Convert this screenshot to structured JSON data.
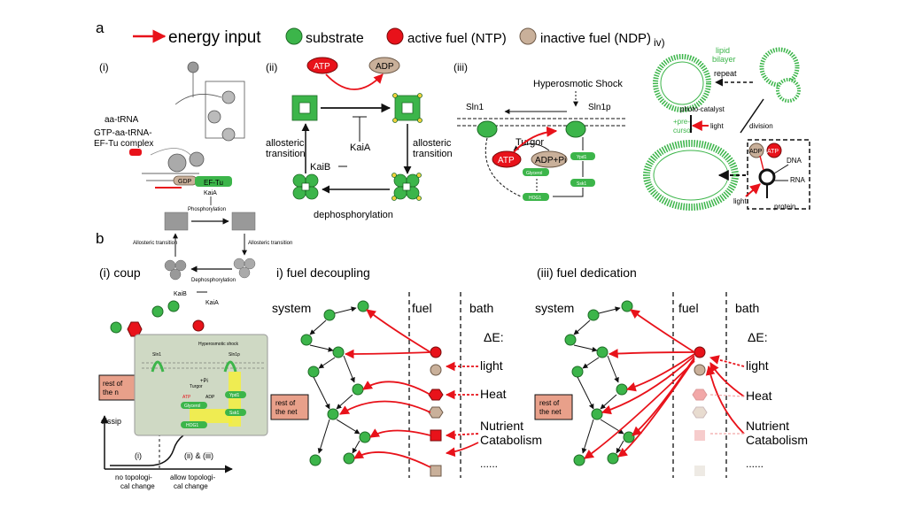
{
  "panel_labels": {
    "a": "a",
    "b": "b"
  },
  "legend": {
    "energy_input": "energy input",
    "substrate": "substrate",
    "active_fuel": "active fuel (NTP)",
    "inactive_fuel": "inactive fuel (NDP)",
    "colors": {
      "arrow": "#e8121a",
      "substrate": "#3cb54a",
      "active": "#e8121a",
      "inactive": "#c9b09a"
    }
  },
  "panel_a": {
    "i": {
      "label": "(i)",
      "aa_trna": "aa-tRNA",
      "gtp_line1": "GTP-aa-tRNA-",
      "gtp_line2": "EF-Tu complex",
      "gdp": "GDP",
      "ef_tu": "EF-Tu",
      "kaia": "KaiA",
      "phosphorylation": "Phosphorylation",
      "allosteric_left": "Allosteric transition",
      "allosteric_right": "Allosteric transition",
      "dephosphorylation": "Dephosphorylation",
      "kaib": "KaiB",
      "kaia2": "KaiA"
    },
    "ii": {
      "label": "(ii)",
      "atp": "ATP",
      "adp": "ADP",
      "kaia": "KaiA",
      "kaib": "KaiB",
      "allosteric_left": "allosteric\ntransition",
      "allosteric_right": "allosteric\ntransition",
      "dephosphorylation": "dephosphorylation"
    },
    "iii": {
      "label": "(iii)",
      "hyperosmotic": "Hyperosmotic Shock",
      "sln1": "Sln1",
      "sln1p": "Sln1p",
      "turgor": "Turgor",
      "atp": "ATP",
      "adp_pi": "ADP+Pi",
      "glycerol": "Glycerol",
      "hog1": "HOG1",
      "ypd1": "Ypd1",
      "ssk1": "Ssk1"
    },
    "iv": {
      "label": "iv)",
      "lipid_bilayer": "lipid\nbilayer",
      "repeat": "repeat",
      "photo_catalyst": "photo-catalyst",
      "precursor": "+pre-\ncursor",
      "light": "light",
      "division": "division",
      "adp": "ADP",
      "atp": "ATP",
      "dna": "DNA",
      "rna": "RNA",
      "light2": "light",
      "protein": "protein"
    }
  },
  "panel_b": {
    "i_coup": "(i) coup",
    "rest_net": "rest of\nthe net",
    "dissip": "dissip",
    "inset": {
      "hyperosmotic": "Hyperosmotic shock",
      "sln1": "Sln1",
      "sln1p": "Sln1p",
      "turgor": "Turgor",
      "atp": "ATP",
      "adp": "ADP",
      "pi": "+Pi",
      "glycerol": "Glycerol",
      "hog1": "HOG1",
      "ypd1": "Ypd1",
      "ssk1": "Ssk1"
    },
    "axis_i": "(i)",
    "axis_ii_iii": "(ii) & (iii)",
    "no_topo": "no topologi-\ncal change",
    "allow_topo": "allow topologi-\ncal change",
    "decoupling": {
      "title": "i) fuel decoupling",
      "system": "system",
      "fuel": "fuel",
      "bath": "bath",
      "delta_e": "ΔE:",
      "light": "light",
      "heat": "Heat",
      "nutrient": "Nutrient",
      "catabolism": "Catabolism",
      "dots": "......",
      "rest_net": "rest of\nthe net"
    },
    "dedication": {
      "title": "(iii) fuel dedication",
      "system": "system",
      "fuel": "fuel",
      "bath": "bath",
      "delta_e": "ΔE:",
      "light": "light",
      "heat": "Heat",
      "nutrient": "Nutrient",
      "catabolism": "Catabolism",
      "dots": "......",
      "rest_net": "rest of\nthe net"
    }
  }
}
